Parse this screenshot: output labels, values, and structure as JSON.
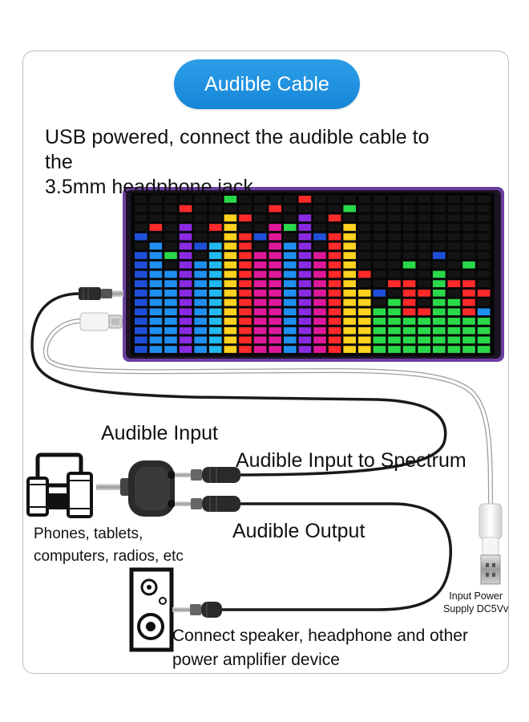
{
  "title_pill": "Audible Cable Control",
  "heading": {
    "line1": "USB powered, connect the audible cable to the",
    "line2": "3.5mm headphone jack"
  },
  "labels": {
    "audible_input": "Audible Input",
    "audible_input_to_spectrum": "Audible Input to Spectrum",
    "audible_output": "Audible Output",
    "devices_line1": "Phones, tablets,",
    "devices_line2": "computers, radios, etc",
    "connect_line1": "Connect speaker, headphone and other",
    "connect_line2": "power amplifier device",
    "power_line1": "Input Power",
    "power_line2": "Supply DC5Vv"
  },
  "colors": {
    "pill": "#1e8fde",
    "panel_frame": "#6b3fa0",
    "panel_bg": "#0a0a0a",
    "cable_black": "#1a1a1a",
    "cable_white": "#ffffff"
  },
  "icons": [
    "phone-icon",
    "tablet-icon",
    "computer-monitor-icon",
    "speaker-icon",
    "audio-splitter-icon",
    "usb-plug-icon"
  ]
}
